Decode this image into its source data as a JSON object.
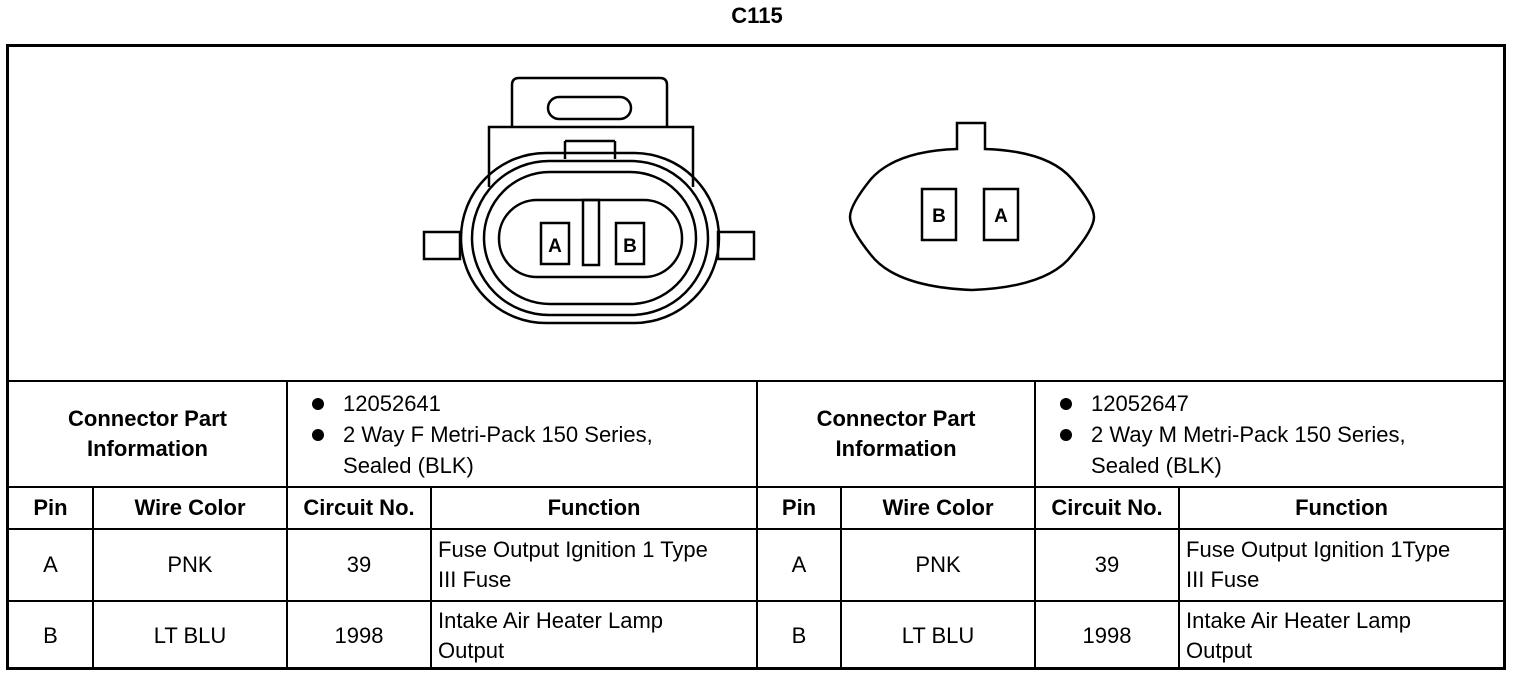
{
  "title": "C115",
  "connectors": [
    {
      "part_info_label_line1": "Connector Part",
      "part_info_label_line2": "Information",
      "part_number": "12052641",
      "desc_line1": "2 Way F Metri-Pack 150 Series,",
      "desc_line2": "Sealed (BLK)",
      "cavity_labels": [
        "A",
        "B"
      ],
      "headers": {
        "pin": "Pin",
        "wire_color": "Wire Color",
        "circuit": "Circuit No.",
        "function": "Function"
      },
      "rows": [
        {
          "pin": "A",
          "wire_color": "PNK",
          "circuit": "39",
          "function_line1": "Fuse Output Ignition 1 Type",
          "function_line2": "III Fuse"
        },
        {
          "pin": "B",
          "wire_color": "LT BLU",
          "circuit": "1998",
          "function_line1": "Intake Air Heater Lamp",
          "function_line2": "Output"
        }
      ]
    },
    {
      "part_info_label_line1": "Connector Part",
      "part_info_label_line2": "Information",
      "part_number": "12052647",
      "desc_line1": "2 Way M Metri-Pack 150 Series,",
      "desc_line2": "Sealed (BLK)",
      "cavity_labels": [
        "B",
        "A"
      ],
      "headers": {
        "pin": "Pin",
        "wire_color": "Wire Color",
        "circuit": "Circuit No.",
        "function": "Function"
      },
      "rows": [
        {
          "pin": "A",
          "wire_color": "PNK",
          "circuit": "39",
          "function_line1": "Fuse Output Ignition 1Type",
          "function_line2": "III Fuse"
        },
        {
          "pin": "B",
          "wire_color": "LT BLU",
          "circuit": "1998",
          "function_line1": "Intake Air Heater Lamp",
          "function_line2": "Output"
        }
      ]
    }
  ]
}
